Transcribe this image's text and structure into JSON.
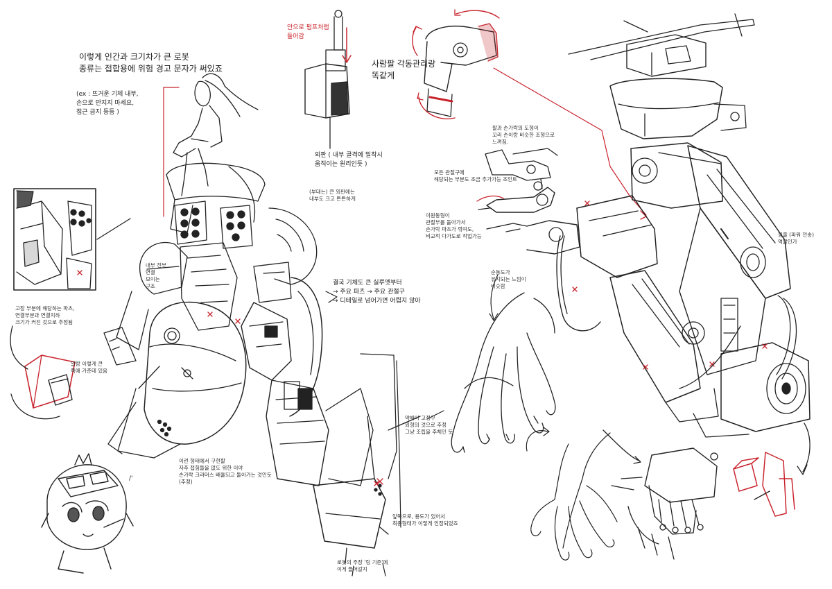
{
  "sheet": {
    "colors": {
      "ink": "#222222",
      "accent": "#c8232c",
      "paper": "#ffffff",
      "tone": "#9a9a9a"
    }
  },
  "annotations": {
    "intro": "이렇게 인간과 크기차가 큰 로봇\n종류는 접합용에 위험 경고 문자가 써있죠",
    "example": "(ex : 뜨거운 기체 내부,\n손으로 만지지 마세요,\n접근 금지 등등 )",
    "piston": "안으로 펌프처럼\n들어감",
    "joint_rotation": "사람팔 각동관리랑\n똑같게",
    "outer_panel": "외판 ( 내부 골격에 밀착시\n움직이는 원리인듯 )",
    "big_panel": "(부대는) 큰 외판에는\n내부도 크고 튼튼하게",
    "small_note_mid": "내부 전부\n연결\n보이는\n구조",
    "structure": "결국 기체도 큰 실루엣부터\n→ 주요 파츠 → 주요 관절구\n→ 디테일로 넘어가면 어렵지 않아",
    "left_parts": "고장 부분에 해당하는 파츠,\n연결부분과 연결지하\n크기가 커진 것으로 추정됨",
    "left_small": "알람 이렇게 큰\n쪽에 가준데 있음",
    "bottom_shape": "이런 형태에서 구현할\n자주 접힘들을 없도 위한 이야\n손가락 크라머스 배율되고 돌아가는 것인듯\n(추정)",
    "mid_right": "약해이 고정구\n외형의 것으로 추정\n그냥 조립을 주체인 듯",
    "lower_note": "앞쪽으로, 용도가 있어서\n최종형태가 이렇게 인정되었죠",
    "bottom_note": "로봇의 주장 '링 기준'에\n이게 들어갈지",
    "hand_top": "팔과 손가락의 도형이\n꼬리 손이랑 비슷한 조형으로\n느껴짐.",
    "joint_note": "모든 관절구에\n해당되는 부분도 조금 추가가능 조인트",
    "red_center": "이원동형이\n관절부를 돌아가서\n손가락 파츠가 꺾여도,\n비교적 다가도로 작업가능",
    "speed_note": "순동도가\n유지되는 느낌이\n비슷함",
    "right_note": "힘줄 (파워 전송)\n역할인가",
    "small_mark": "/'"
  }
}
